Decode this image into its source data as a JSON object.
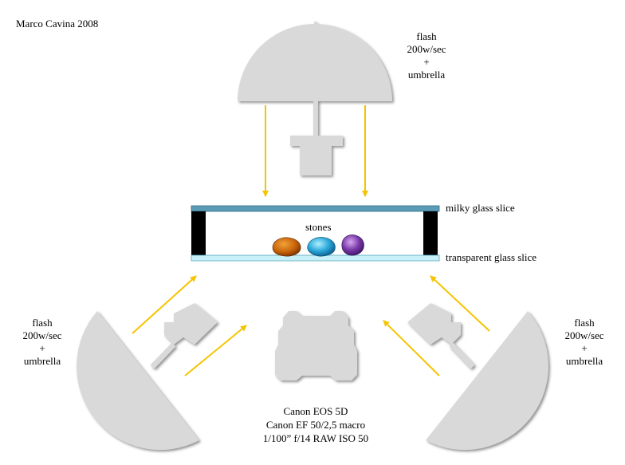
{
  "credit": "Marco Cavina 2008",
  "flash_top": {
    "line1": "flash",
    "line2": "200w/sec",
    "line3": "+",
    "line4": "umbrella"
  },
  "flash_left": {
    "line1": "flash",
    "line2": "200w/sec",
    "line3": "+",
    "line4": "umbrella"
  },
  "flash_right": {
    "line1": "flash",
    "line2": "200w/sec",
    "line3": "+",
    "line4": "umbrella"
  },
  "milky_glass": "milky glass slice",
  "transparent_glass": "transparent glass slice",
  "stones": "stones",
  "camera": {
    "line1": "Canon EOS 5D",
    "line2": "Canon EF 50/2,5 macro",
    "line3": "1/100”  f/14  RAW  ISO 50"
  },
  "colors": {
    "equipment_gray": "#d9d9d9",
    "arrow_yellow": "#f5c400",
    "milky_glass_blue": "#5b9bb5",
    "transparent_glass_cyan": "#c8f0f8",
    "stand_black": "#000000",
    "stone_amber": "#c8640a",
    "stone_blue": "#2aa6d8",
    "stone_purple": "#7a3aa8"
  }
}
